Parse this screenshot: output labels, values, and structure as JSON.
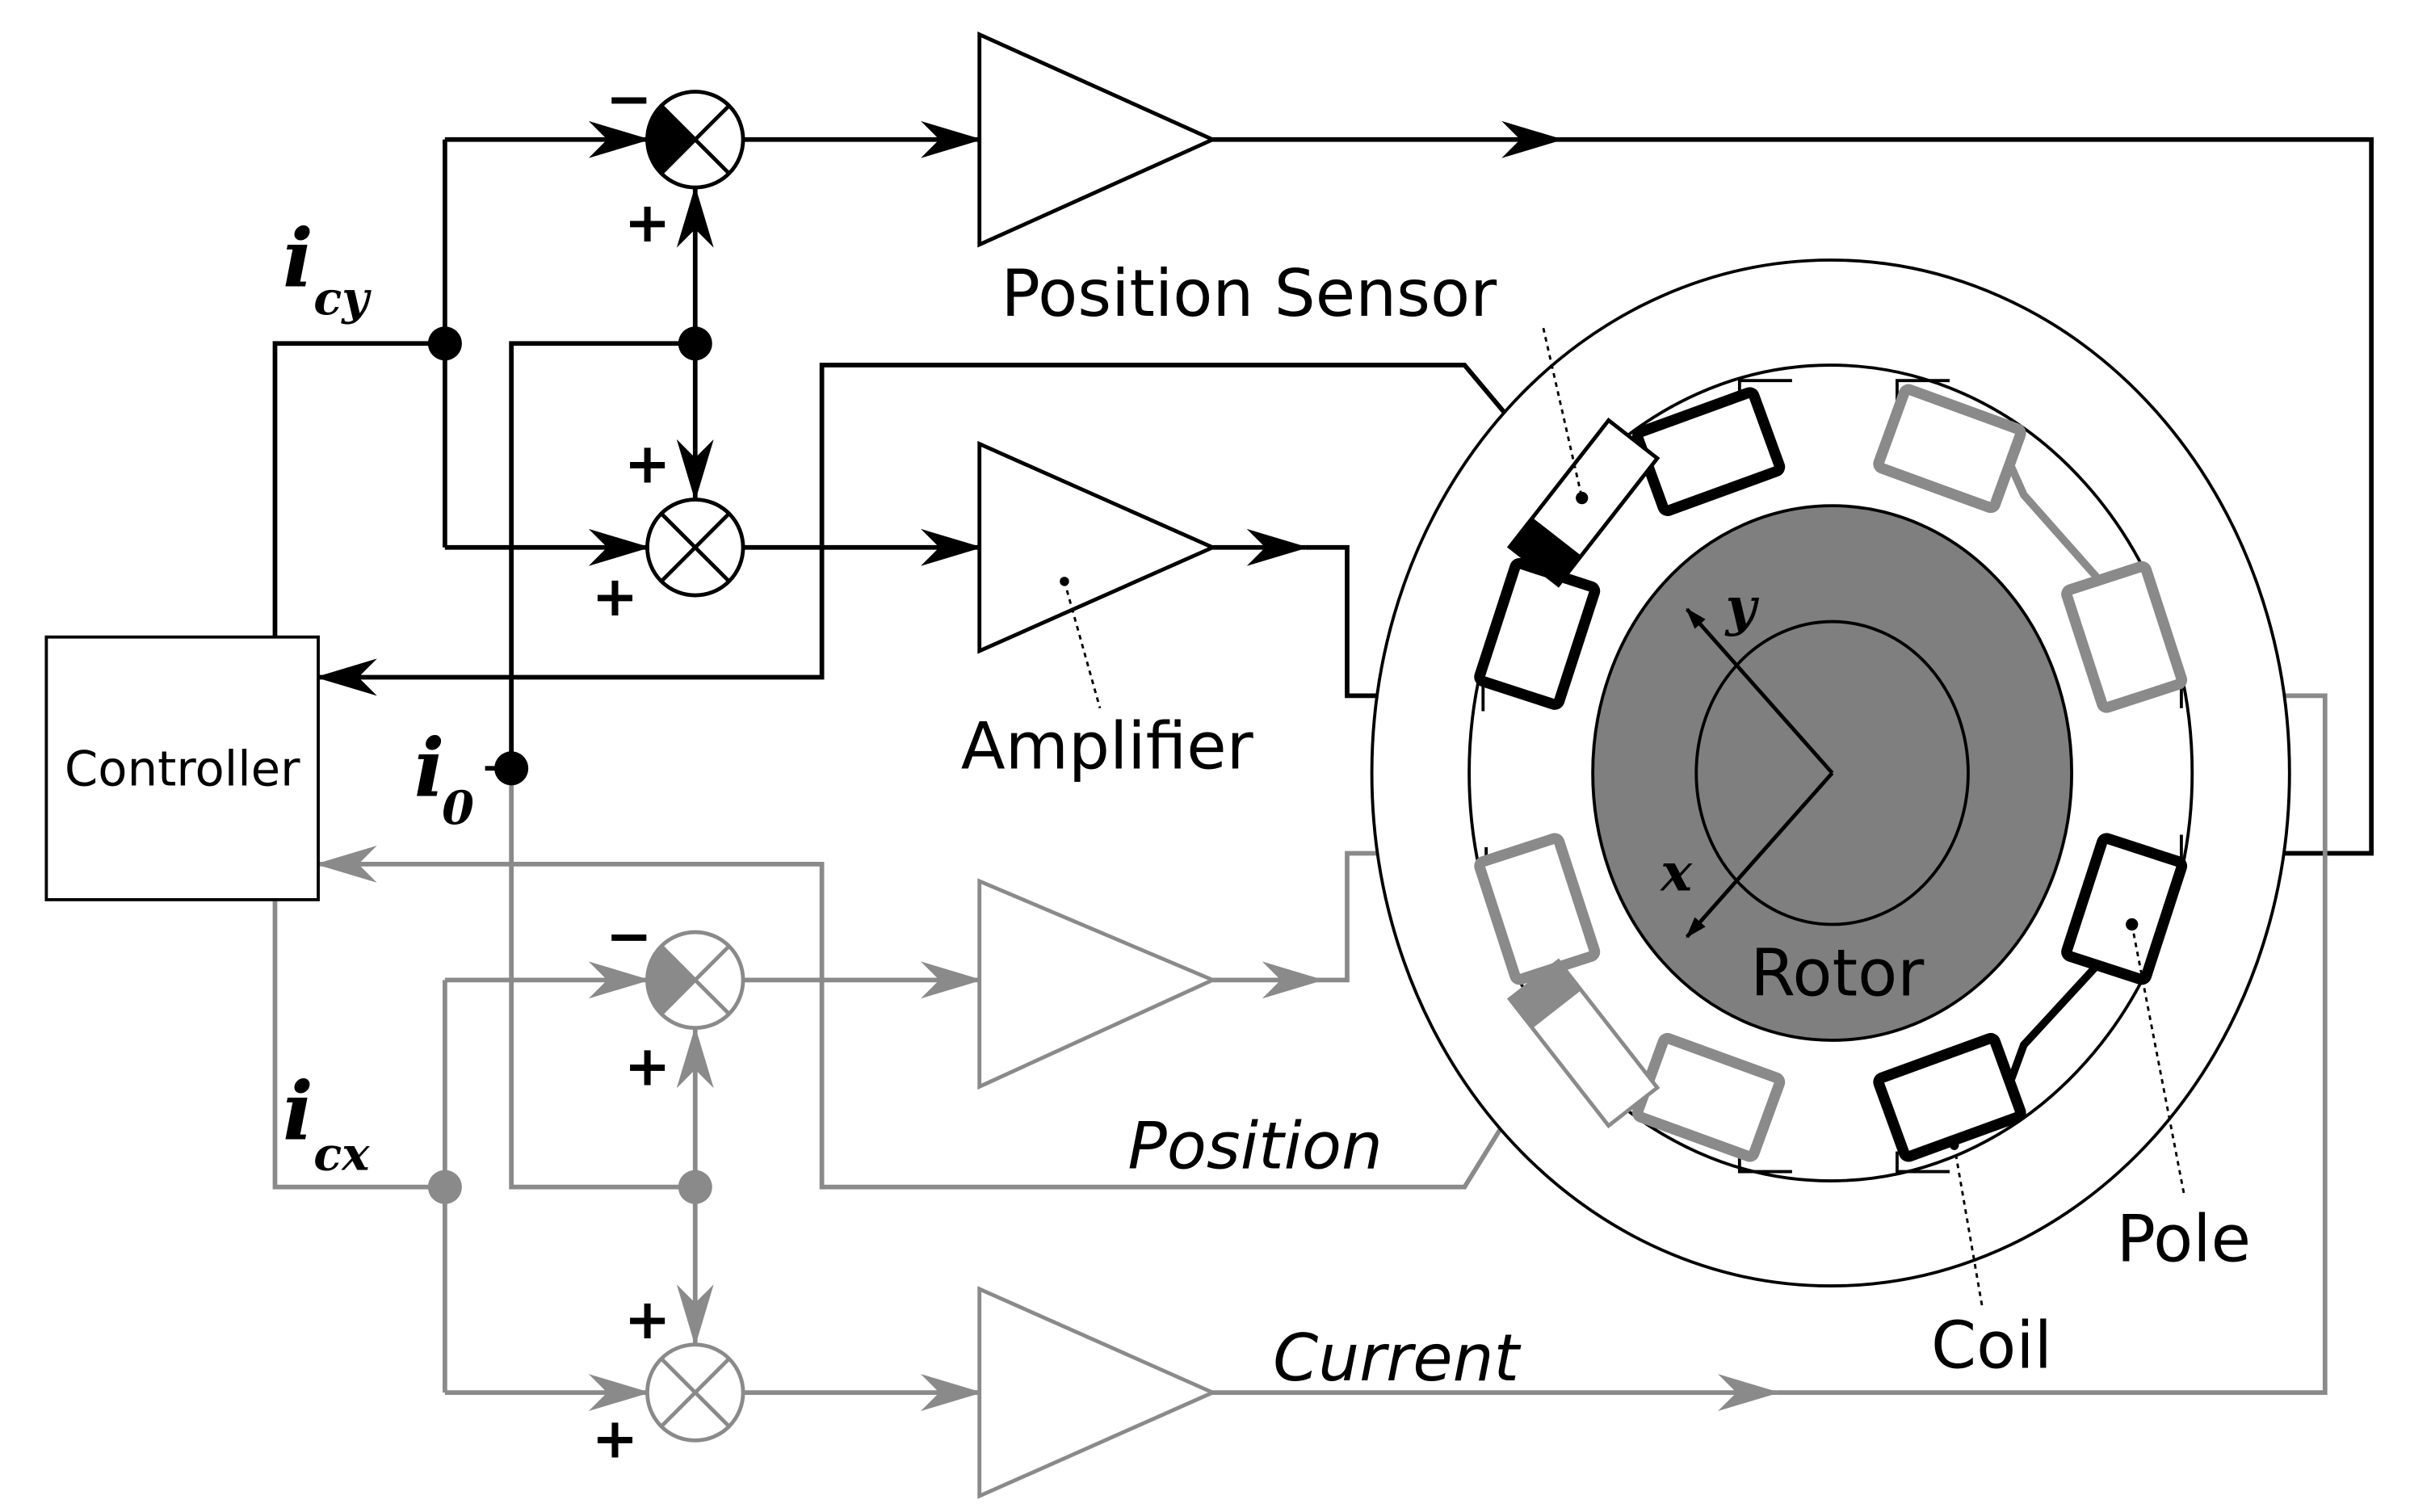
{
  "labels": {
    "controller": "Controller",
    "position_sensor": "Position Sensor",
    "amplifier": "Amplifier",
    "rotor": "Rotor",
    "position": "Position",
    "current": "Current",
    "coil": "Coil",
    "pole": "Pole"
  },
  "variables": {
    "icy_base": "i",
    "icy_sub": "cy",
    "icx_base": "i",
    "icx_sub": "cx",
    "i0_base": "i",
    "i0_sub": "0",
    "axis_x": "x",
    "axis_y": "y"
  },
  "signs": {
    "minus": "−",
    "plus": "+"
  },
  "colors": {
    "y_channel": "#000000",
    "x_channel": "#8a8a8a",
    "rotor_fill": "#7f7f7f",
    "background": "#ffffff"
  }
}
